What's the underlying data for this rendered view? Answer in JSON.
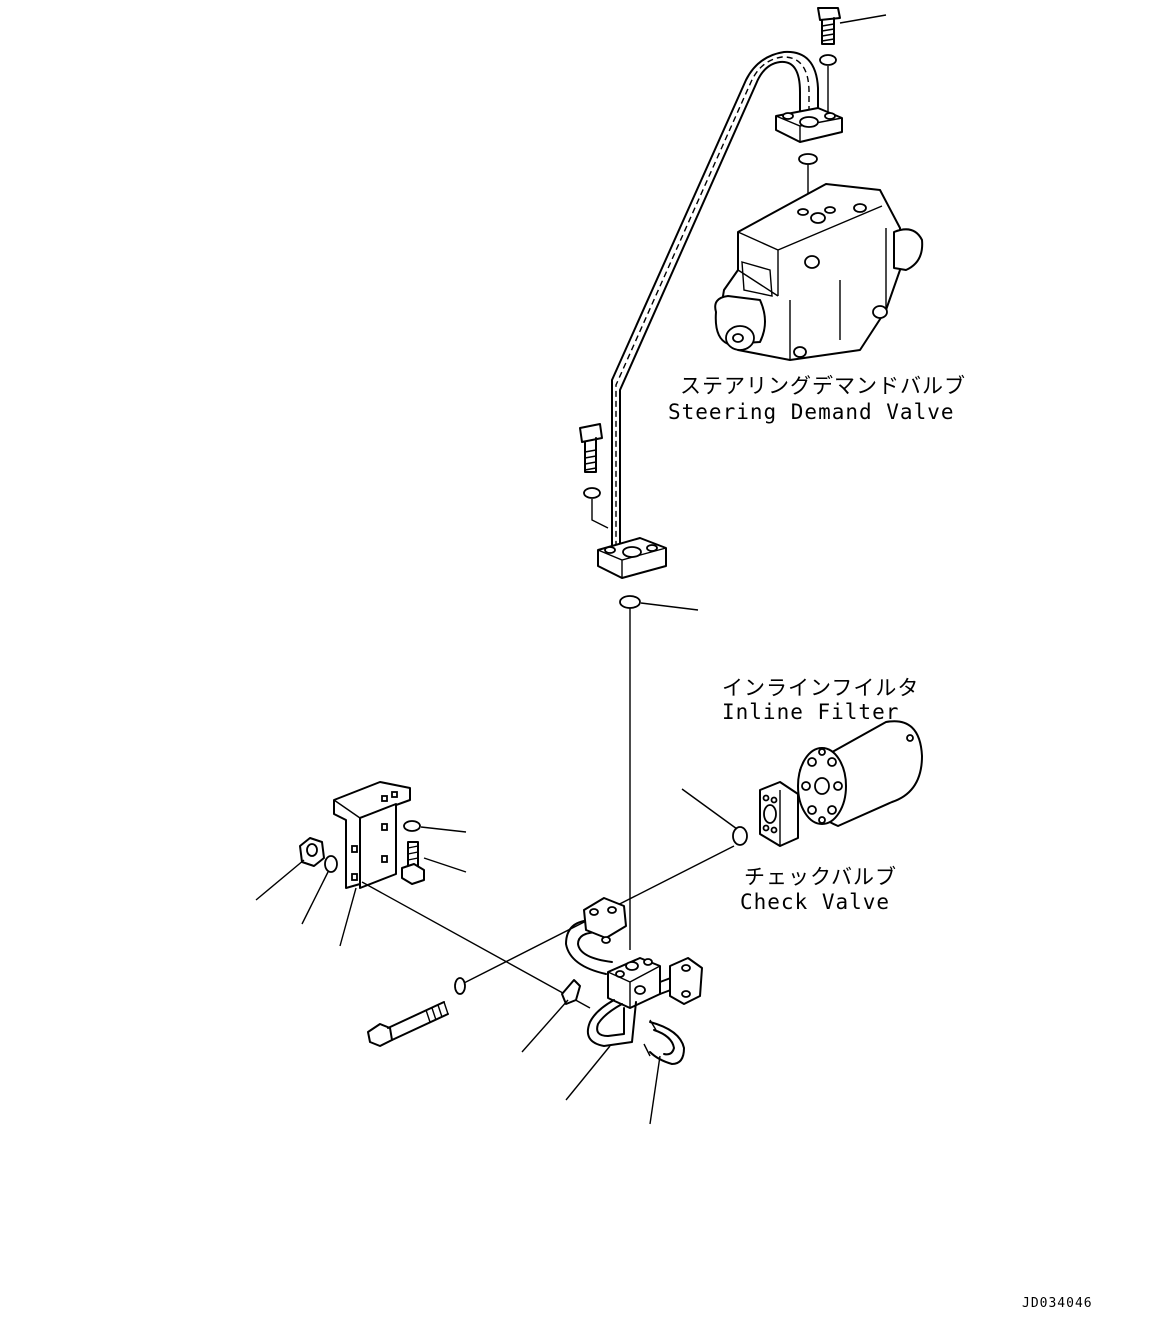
{
  "labels": {
    "steering_demand_valve": {
      "jp": "ステアリングデマンドバルブ",
      "en": "Steering Demand Valve"
    },
    "inline_filter": {
      "jp": "インラインフイルタ",
      "en": "Inline Filter"
    },
    "check_valve": {
      "jp": "チェックバルブ",
      "en": "Check Valve"
    }
  },
  "drawing_code": "JD034046"
}
